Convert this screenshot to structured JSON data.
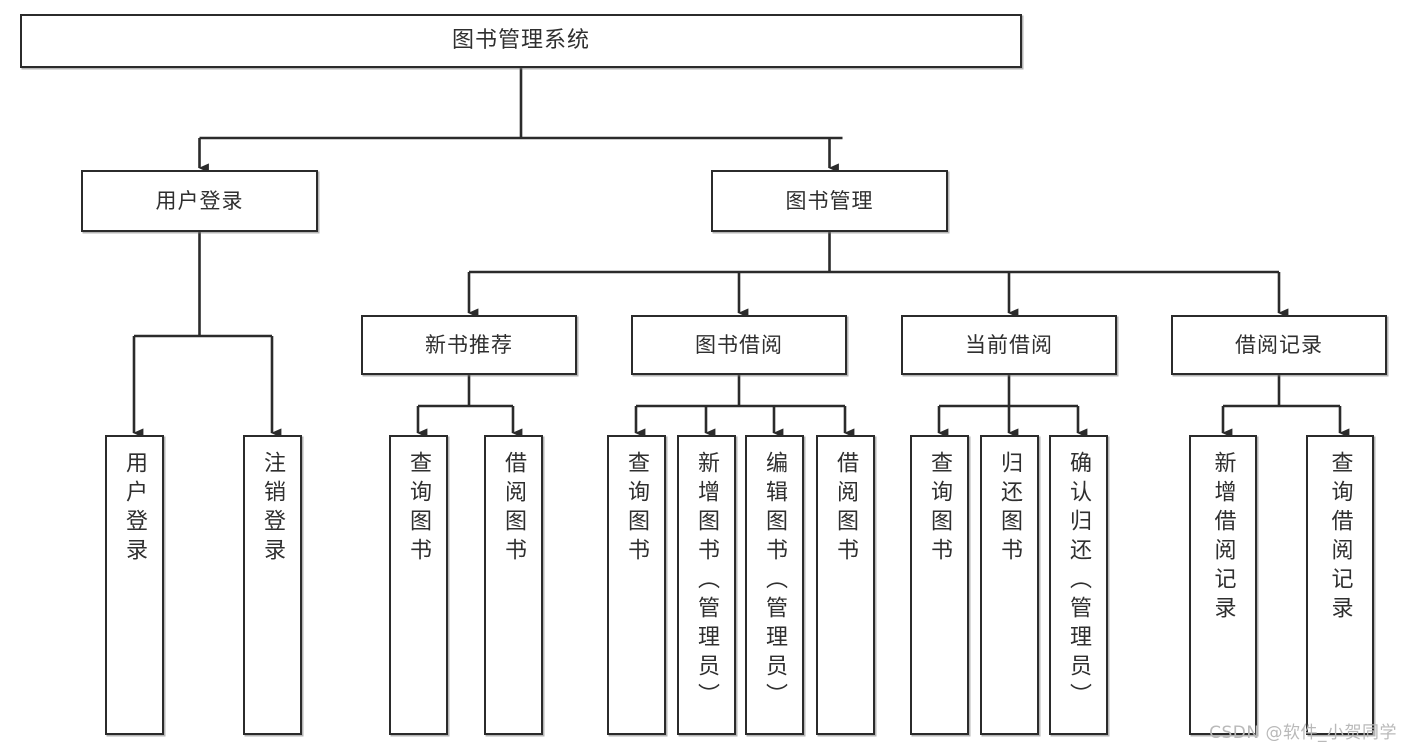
{
  "diagram": {
    "title": "图书管理系统",
    "type": "tree",
    "orientation": "top-down",
    "colors": {
      "box_border": "#2b2b2b",
      "box_fill": "#ffffff",
      "connector": "#2b2b2b",
      "text": "#2f2f2f",
      "watermark": "#b9b9b9",
      "background": "#ffffff"
    },
    "root": {
      "label": "图书管理系统"
    },
    "level2": [
      {
        "label": "用户登录"
      },
      {
        "label": "图书管理"
      }
    ],
    "level3": [
      {
        "label": "新书推荐"
      },
      {
        "label": "图书借阅"
      },
      {
        "label": "当前借阅"
      },
      {
        "label": "借阅记录"
      }
    ],
    "leaves": {
      "user_login": [
        {
          "label": "用户登录"
        },
        {
          "label": "注销登录"
        }
      ],
      "new_book_recommend": [
        {
          "label": "查询图书"
        },
        {
          "label": "借阅图书"
        }
      ],
      "book_borrow": [
        {
          "label": "查询图书"
        },
        {
          "label": "新增图书（管理员）"
        },
        {
          "label": "编辑图书（管理员）"
        },
        {
          "label": "借阅图书"
        }
      ],
      "current_borrow": [
        {
          "label": "查询图书"
        },
        {
          "label": "归还图书"
        },
        {
          "label": "确认归还（管理员）"
        }
      ],
      "borrow_record": [
        {
          "label": "新增借阅记录"
        },
        {
          "label": "查询借阅记录"
        }
      ]
    },
    "watermark": "CSDN @软件_小贺同学"
  }
}
